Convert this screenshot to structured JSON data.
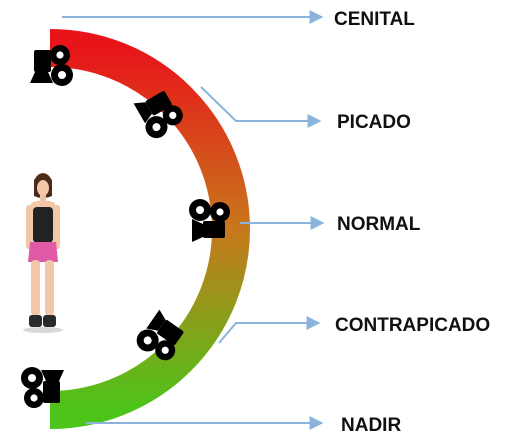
{
  "angles": [
    {
      "id": "cenital",
      "label": "CENITAL"
    },
    {
      "id": "picado",
      "label": "PICADO"
    },
    {
      "id": "normal",
      "label": "NORMAL"
    },
    {
      "id": "contrapicado",
      "label": "CONTRAPICADO"
    },
    {
      "id": "nadir",
      "label": "NADIR"
    }
  ],
  "colors": {
    "arc_top": "#e8141a",
    "arc_middle": "#c8781c",
    "arc_bottom": "#4cc41a",
    "arrow": "#8ab4dc",
    "camera": "#000000",
    "label": "#111111"
  },
  "icons": {
    "camera": "movie-camera-icon",
    "person": "standing-woman-figure"
  }
}
